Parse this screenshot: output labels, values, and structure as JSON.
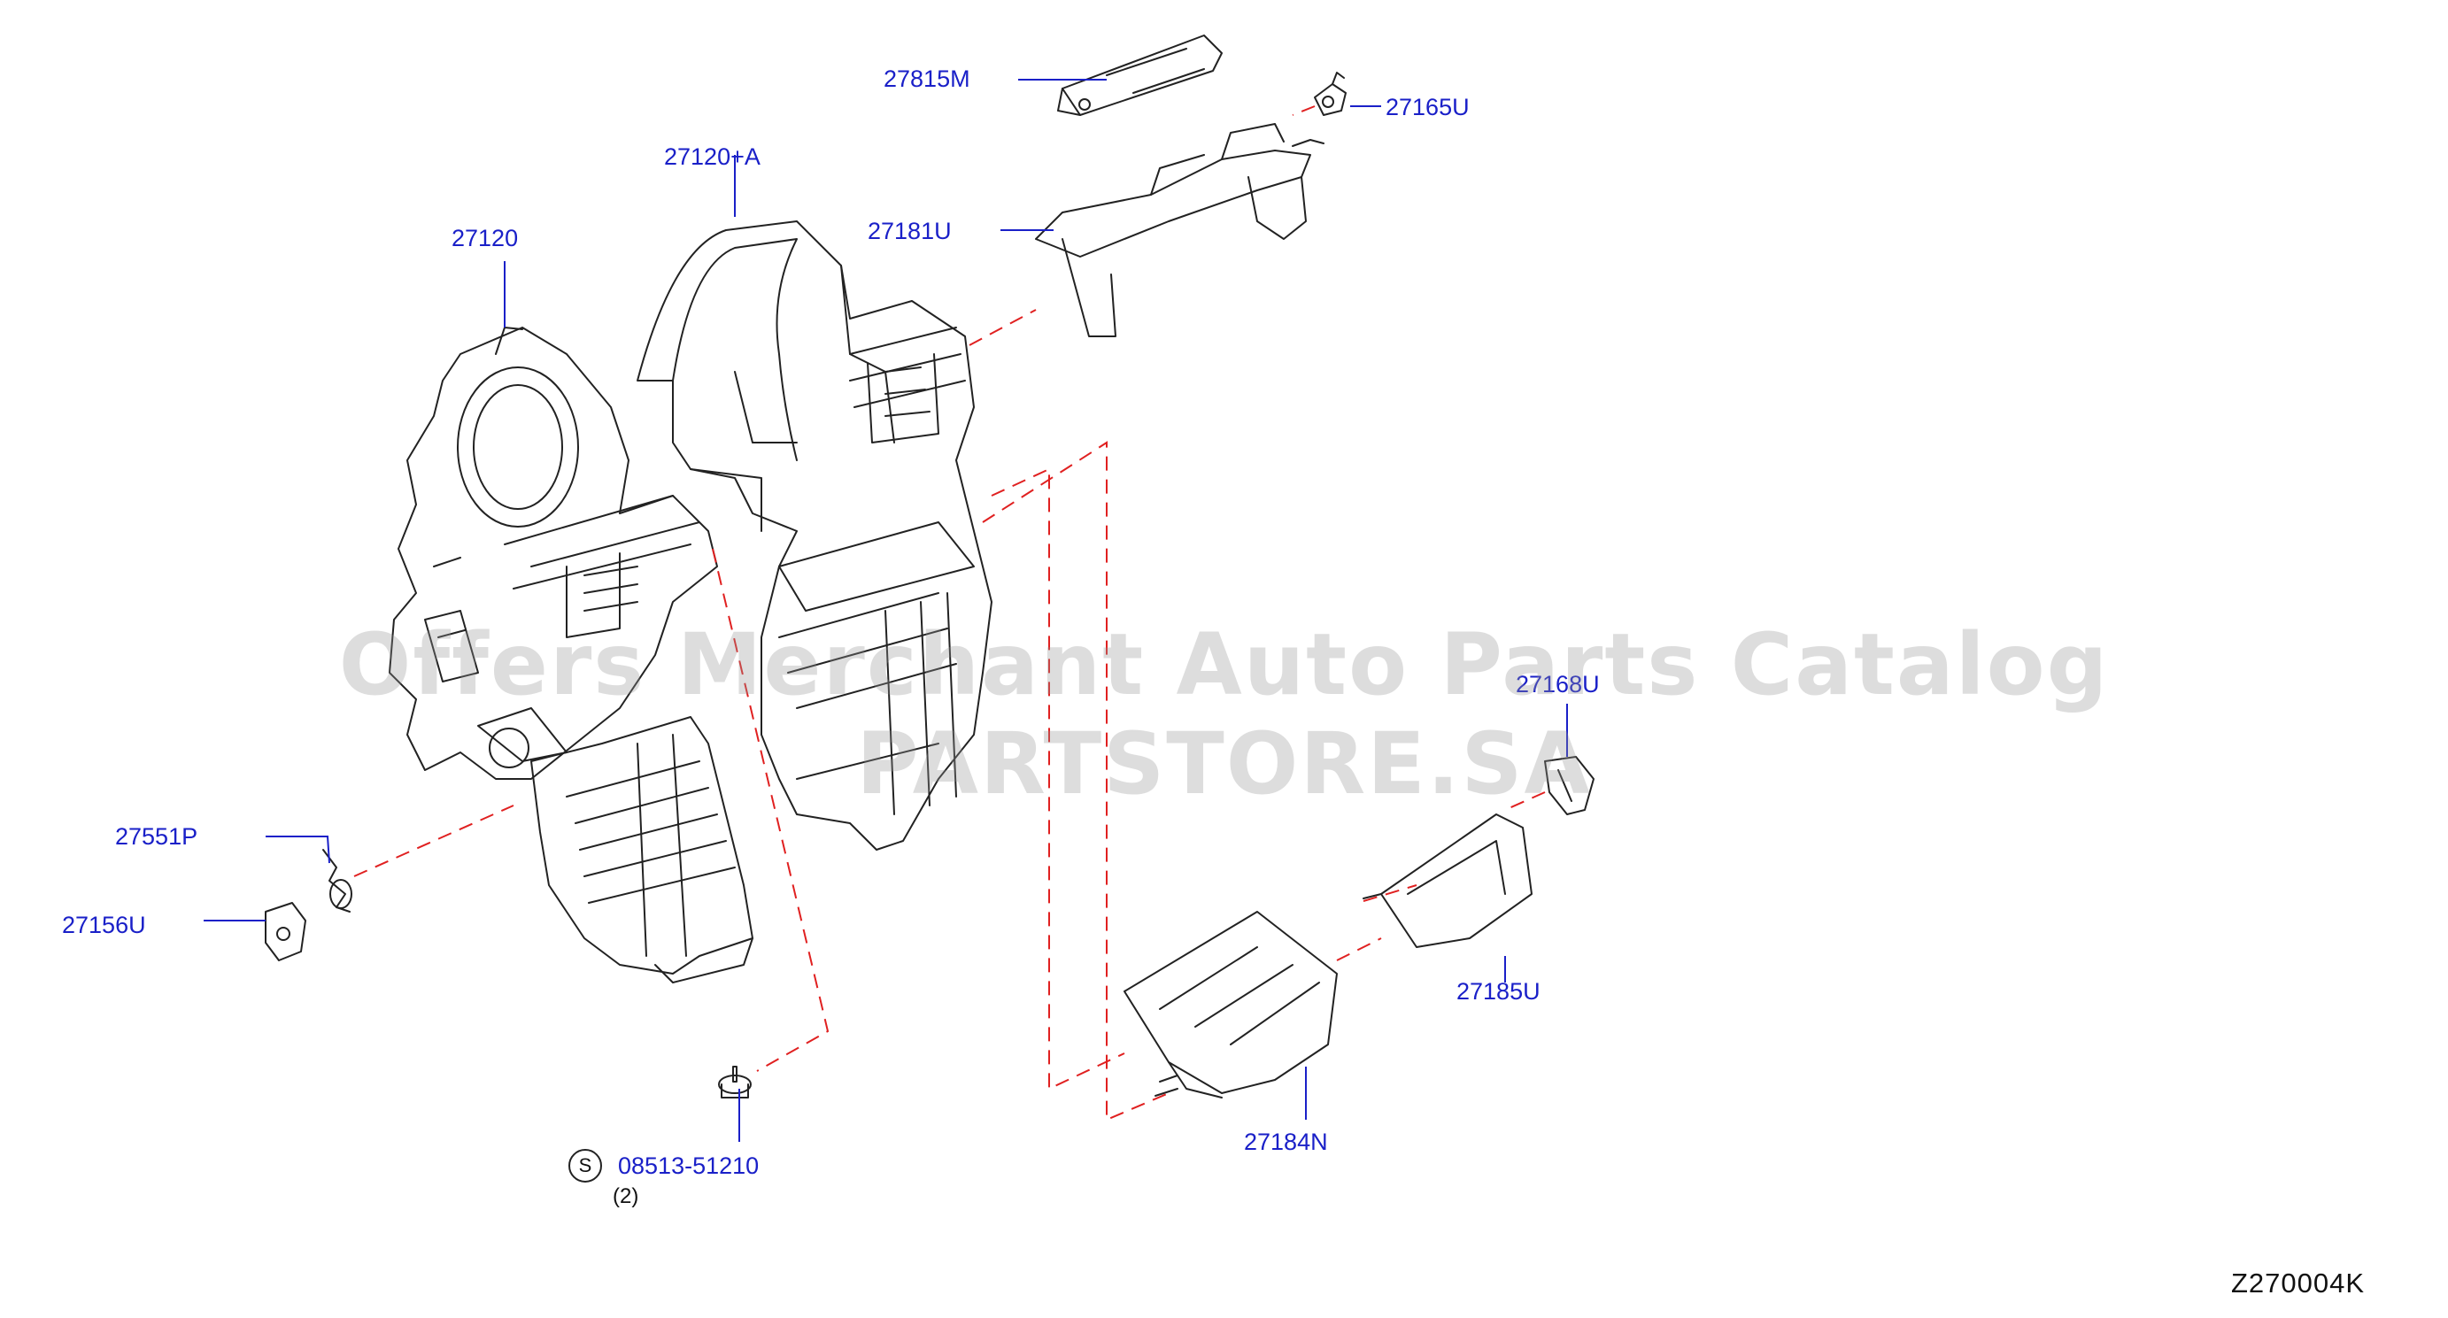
{
  "diagram": {
    "labels": {
      "p27815M": "27815M",
      "p27165U": "27165U",
      "p27120A": "27120+A",
      "p27181U": "27181U",
      "p27120": "27120",
      "p27168U": "27168U",
      "p27551P": "27551P",
      "p27156U": "27156U",
      "p27185U": "27185U",
      "p27184N": "27184N",
      "bolt": "08513-51210",
      "bolt_qty": "(2)",
      "bolt_prefix": "S"
    },
    "diagram_code": "Z270004K",
    "watermark": "Offers Merchant Auto Parts Catalog PARTSTORE.SA",
    "colors": {
      "label": "#1a20c8",
      "line": "#222222",
      "dash": "#e02020",
      "leader": "#1a20c8"
    }
  }
}
